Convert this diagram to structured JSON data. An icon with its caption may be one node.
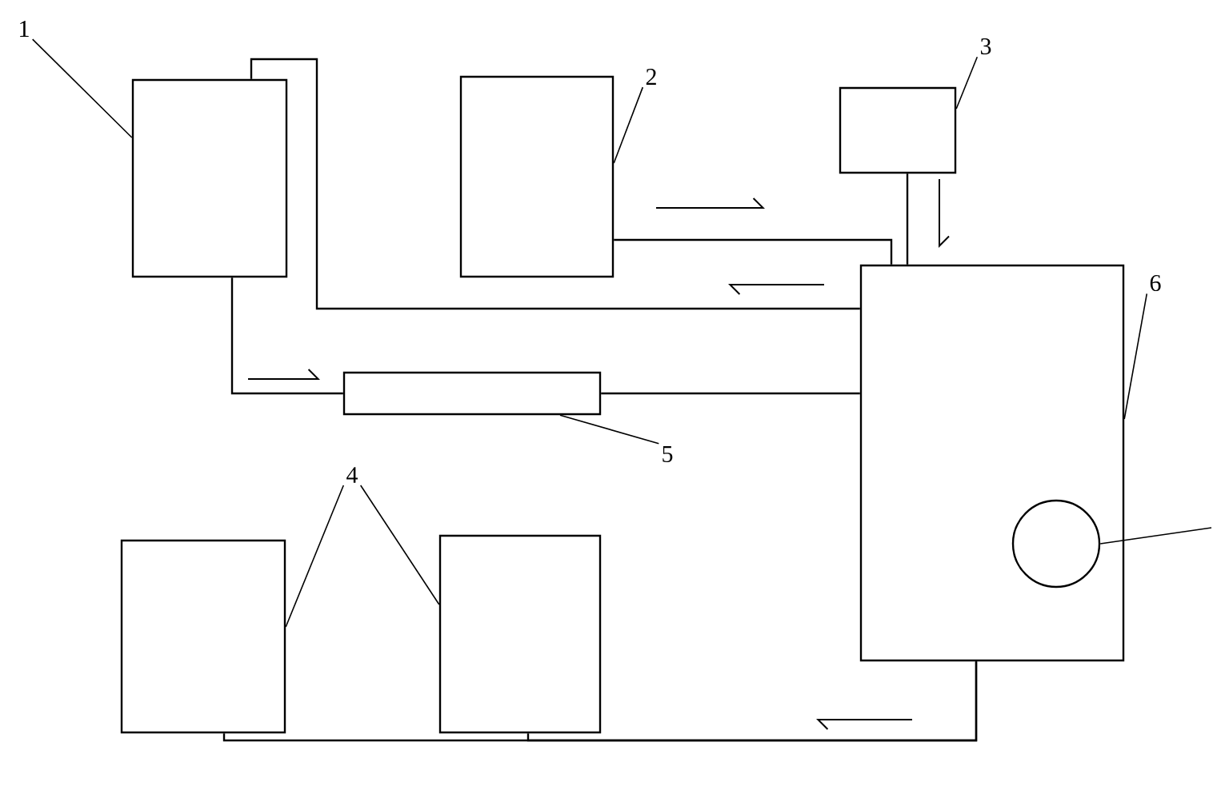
{
  "diagram": {
    "nodes": [
      {
        "text": [],
        "shape": "box"
      },
      {
        "text": [],
        "shape": "box"
      },
      {
        "text": [],
        "shape": "box"
      },
      {
        "text": [],
        "shape": "box"
      },
      {
        "text": [],
        "shape": "box"
      },
      {
        "text": [],
        "shape": "box"
      },
      {
        "text": [],
        "shape": "box"
      },
      {
        "text": [],
        "shape": "circle",
        "in": 6
      },
      {
        "text": [
          "1"
        ]
      },
      {
        "text": [
          "2"
        ]
      },
      {
        "text": [
          "3"
        ]
      },
      {
        "text": [
          "4"
        ]
      },
      {
        "text": [
          "5"
        ]
      },
      {
        "text": [
          "6"
        ]
      }
    ],
    "edges": [
      {
        "from": 0,
        "to": 6,
        "arrow": "none"
      },
      {
        "from": 1,
        "to": 6,
        "arrow": "none"
      },
      {
        "from": 2,
        "to": 6,
        "arrow": "none"
      },
      {
        "from": 0,
        "to": 5,
        "arrow": "none"
      },
      {
        "from": 5,
        "to": 6,
        "arrow": "none"
      },
      {
        "from": 6,
        "to": 3,
        "arrow": "none"
      },
      {
        "from": 6,
        "to": 4,
        "arrow": "none"
      },
      {
        "from": 8,
        "to": 0,
        "arrow": "none"
      },
      {
        "from": 9,
        "to": 1,
        "arrow": "none"
      },
      {
        "from": 10,
        "to": 2,
        "arrow": "none"
      },
      {
        "from": 11,
        "to": 3,
        "arrow": "none"
      },
      {
        "from": 11,
        "to": 4,
        "arrow": "none"
      },
      {
        "from": 12,
        "to": 5,
        "arrow": "none"
      },
      {
        "from": 13,
        "to": 6,
        "arrow": "none"
      },
      {
        "from": 7,
        "to": null,
        "arrow": "none"
      }
    ]
  }
}
